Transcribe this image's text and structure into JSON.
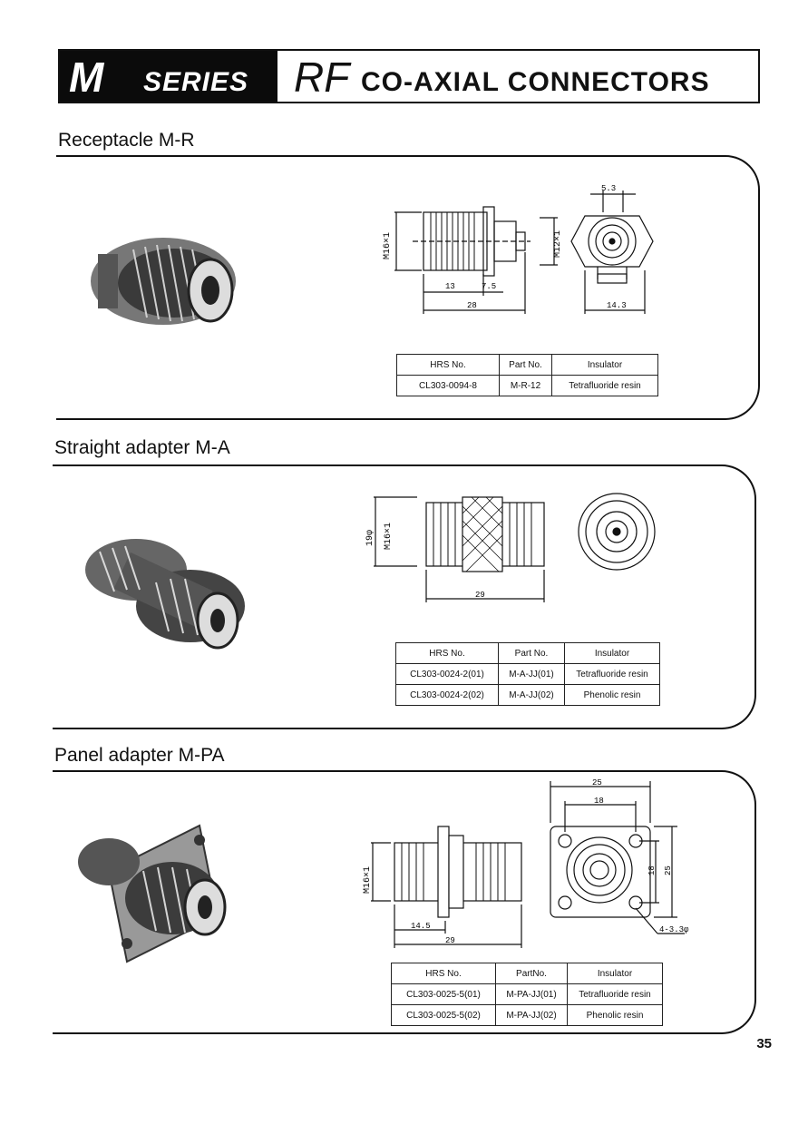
{
  "header": {
    "m": "M",
    "series": "SERIES",
    "rf": "RF",
    "rest": "CO-AXIAL  CONNECTORS"
  },
  "sections": [
    {
      "title": "Receptacle M-R",
      "dims": {
        "d_thread": "M16×1",
        "d_thread2": "M12×1",
        "l13": "13",
        "l75": "7.5",
        "l28": "28",
        "w53": "5.3",
        "w143": "14.3"
      },
      "table": {
        "headers": [
          "HRS No.",
          "Part No.",
          "Insulator"
        ],
        "rows": [
          [
            "CL303-0094-8",
            "M-R-12",
            "Tetrafluoride resin"
          ]
        ]
      }
    },
    {
      "title": "Straight adapter M-A",
      "dims": {
        "d19": "19φ",
        "d_thread": "M16×1",
        "l29": "29"
      },
      "table": {
        "headers": [
          "HRS No.",
          "Part No.",
          "Insulator"
        ],
        "rows": [
          [
            "CL303-0024-2(01)",
            "M-A-JJ(01)",
            "Tetrafluoride resin"
          ],
          [
            "CL303-0024-2(02)",
            "M-A-JJ(02)",
            "Phenolic resin"
          ]
        ]
      }
    },
    {
      "title": "Panel adapter M-PA",
      "dims": {
        "d_thread": "M16×1",
        "l145": "14.5",
        "l29": "29",
        "w25": "25",
        "w18": "18",
        "h18": "18",
        "h25": "25",
        "holes": "4-3.3φ"
      },
      "table": {
        "headers": [
          "HRS No.",
          "PartNo.",
          "Insulator"
        ],
        "rows": [
          [
            "CL303-0025-5(01)",
            "M-PA-JJ(01)",
            "Tetrafluoride resin"
          ],
          [
            "CL303-0025-5(02)",
            "M-PA-JJ(02)",
            "Phenolic resin"
          ]
        ]
      }
    }
  ],
  "page_number": "35"
}
